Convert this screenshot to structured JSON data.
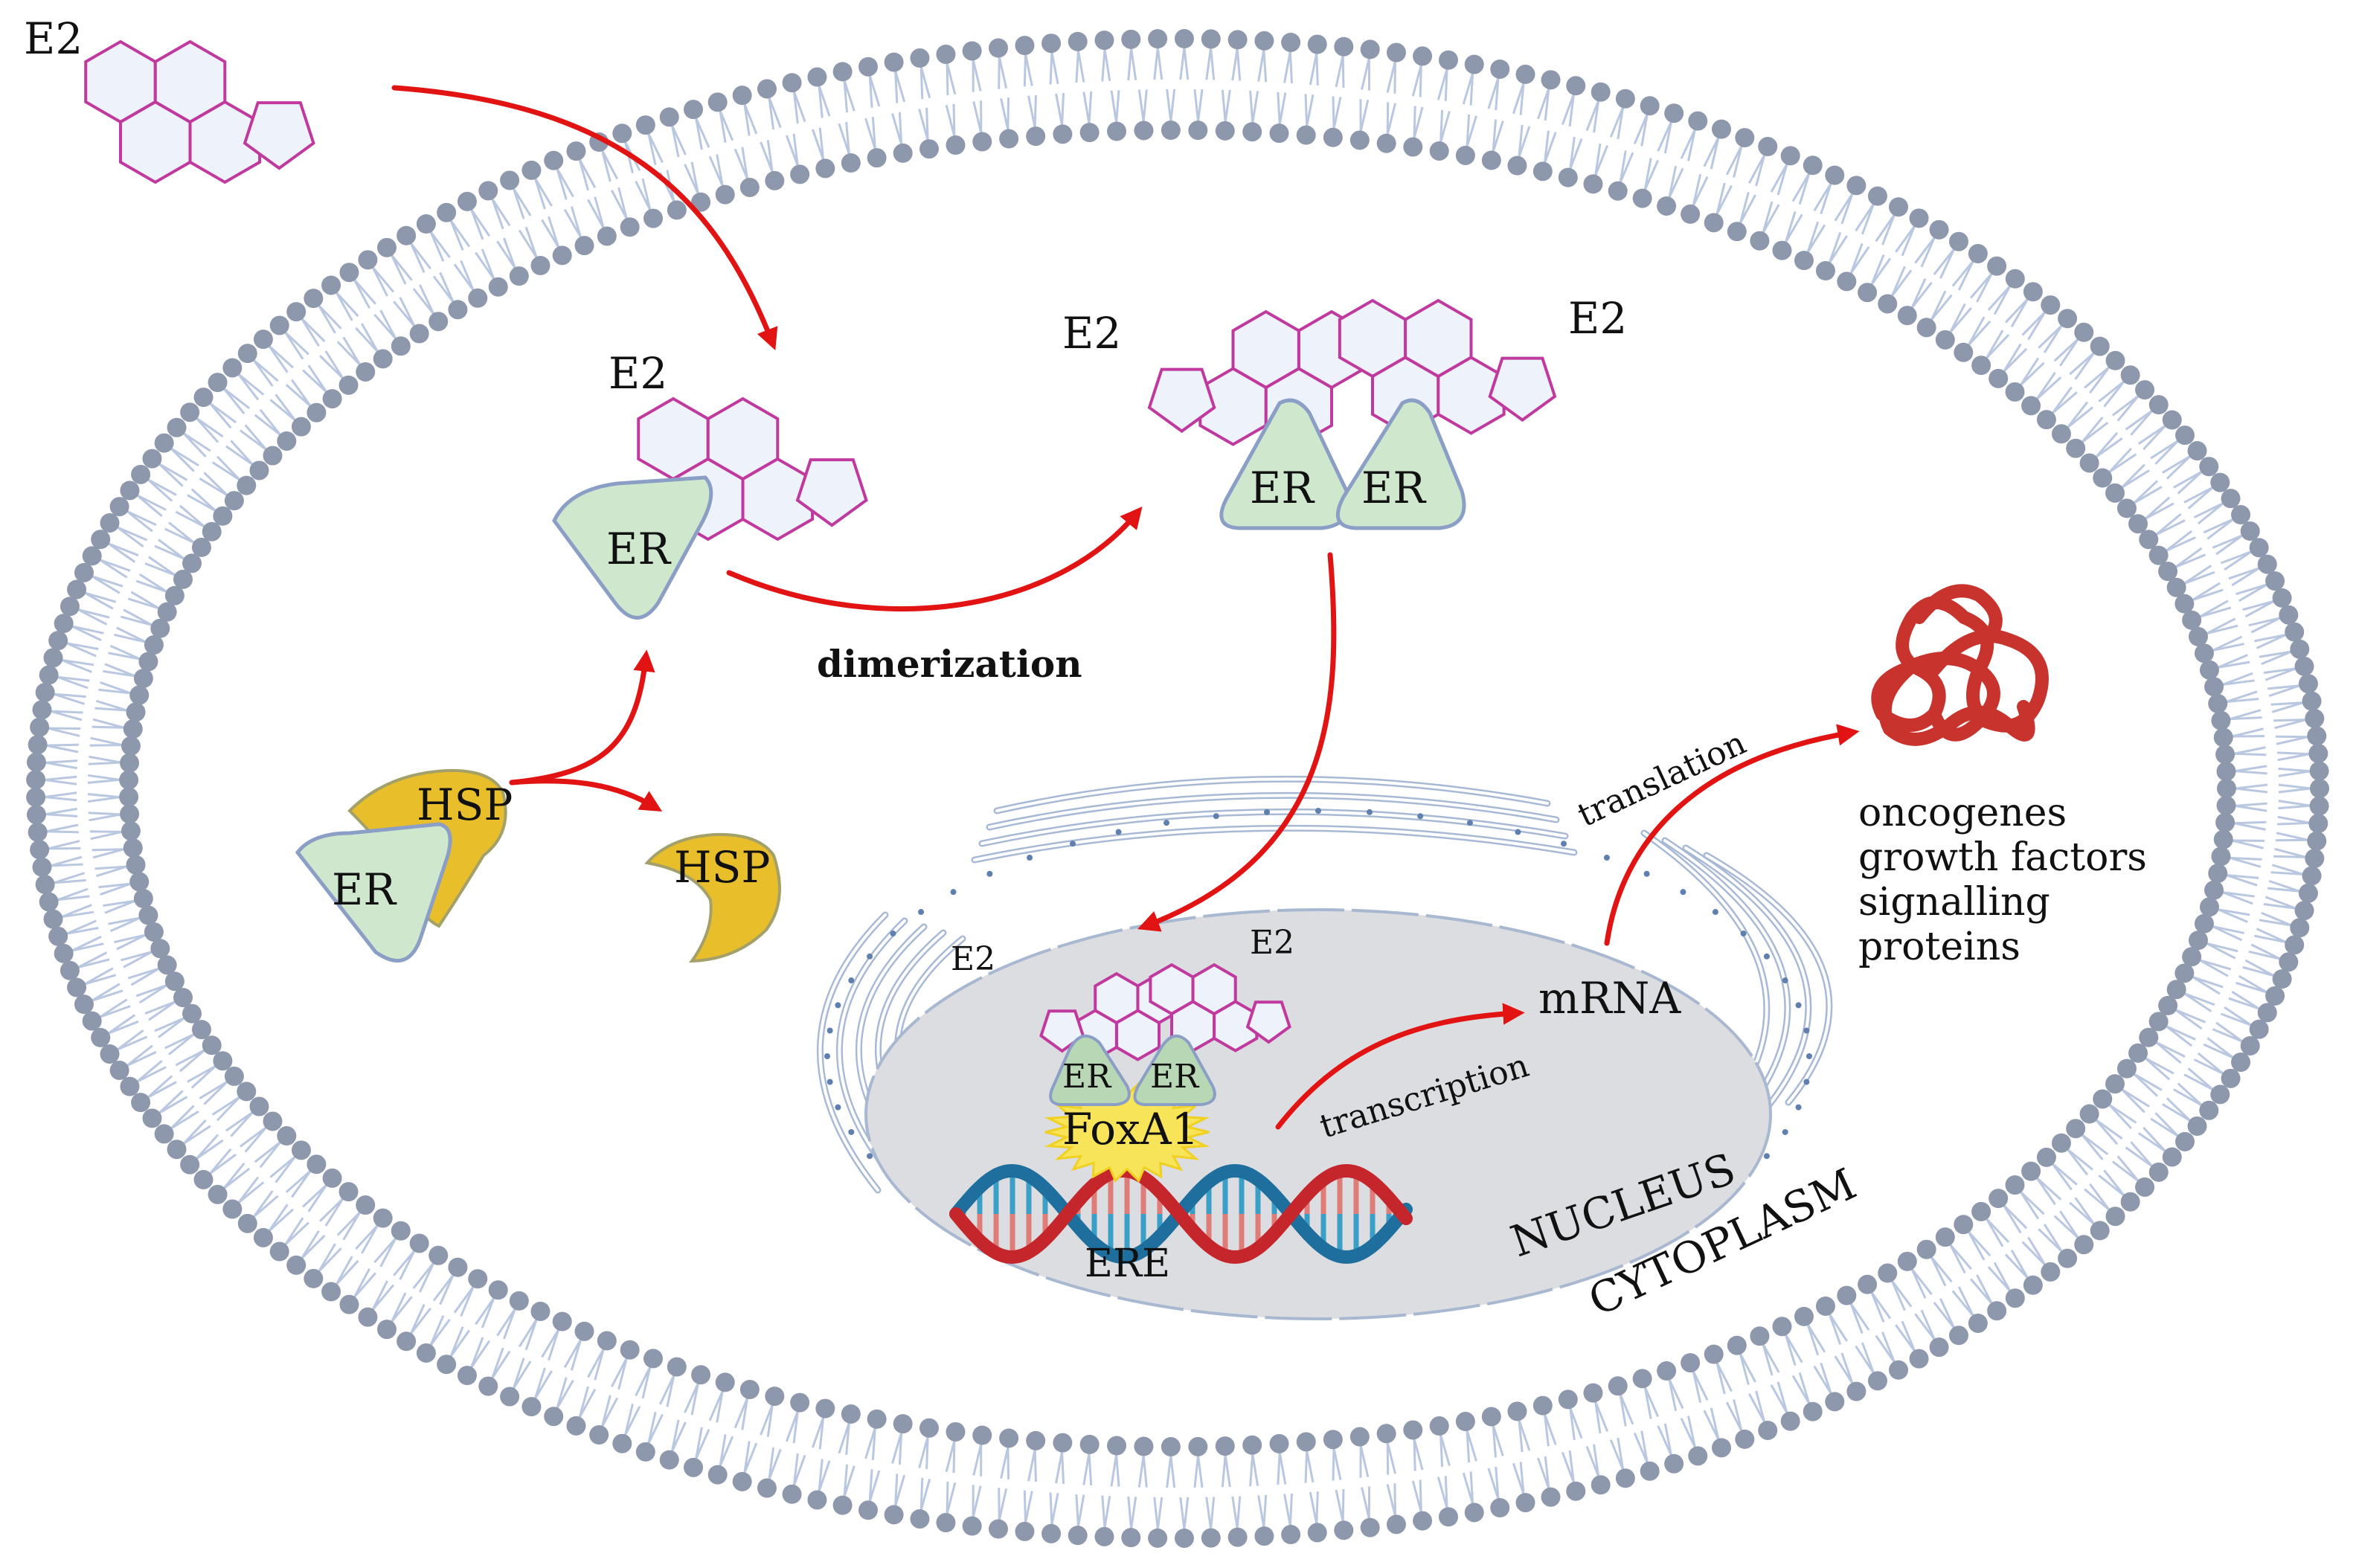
{
  "labels": {
    "e2_outside": "E2",
    "e2_bound": "E2",
    "e2_dimer_left": "E2",
    "e2_dimer_right": "E2",
    "e2_nuc_left": "E2",
    "e2_nuc_right": "E2",
    "er_single": "ER",
    "er_dimer_left": "ER",
    "er_dimer_right": "ER",
    "er_hsp_complex": "ER",
    "er_nuc_left": "ER",
    "er_nuc_right": "ER",
    "hsp_complex": "HSP",
    "hsp_free": "HSP",
    "dimerization": "dimerization",
    "foxa1": "FoxA1",
    "ere": "ERE",
    "transcription": "transcription",
    "mrna": "mRNA",
    "translation": "translation",
    "products": [
      "oncogenes",
      "growth factors",
      "signalling",
      "proteins"
    ],
    "nucleus": "NUCLEUS",
    "cytoplasm": "CYTOPLASM"
  },
  "colors": {
    "membrane_head": "#8e98ac",
    "membrane_tail": "#b9c8e0",
    "arrow": "#e21313",
    "steroid_stroke": "#c0399e",
    "steroid_fill": "#eef3fb",
    "er_fill": "#cfe8cd",
    "er_stroke": "#8a9ec6",
    "hsp_fill": "#e8bf2a",
    "nucleus_fill": "#dcdde0",
    "protein": "#c8342d",
    "dna_red": "#c4262b",
    "dna_blue": "#1e6f9e",
    "foxa1": "#f7e458"
  },
  "icons": [
    "estradiol-molecule",
    "estrogen-receptor",
    "heat-shock-protein",
    "dna-helix",
    "protein-coil",
    "endoplasmic-reticulum",
    "cell-membrane"
  ]
}
